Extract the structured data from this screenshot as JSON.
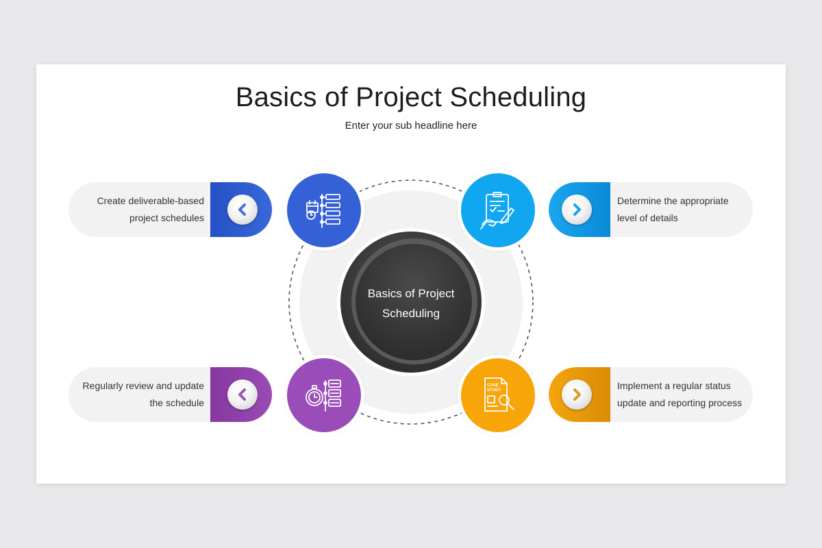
{
  "slide": {
    "title": "Basics of Project Scheduling",
    "subtitle": "Enter your sub headline here",
    "center_label": "Basics of Project Scheduling"
  },
  "items": [
    {
      "position": "top-left",
      "text_lines": [
        "Create deliverable-based",
        "project schedules"
      ],
      "color": "#2b56c9",
      "icon": "schedule-list-icon",
      "arrow": "chevron-left-icon"
    },
    {
      "position": "top-right",
      "text_lines": [
        "Determine the appropriate",
        "level of details"
      ],
      "color": "#0ea1ea",
      "icon": "document-edit-icon",
      "arrow": "chevron-right-icon"
    },
    {
      "position": "bottom-left",
      "text_lines": [
        "Regularly review and update",
        "the schedule"
      ],
      "color": "#8e3fa8",
      "icon": "timer-list-icon",
      "arrow": "chevron-left-icon"
    },
    {
      "position": "bottom-right",
      "text_lines": [
        "Implement a regular status",
        "update and reporting process"
      ],
      "color": "#f4a20a",
      "icon": "case-study-icon",
      "arrow": "chevron-right-icon"
    }
  ],
  "colors": {
    "background": "#e9e8ea",
    "pill": "#f2f2f3",
    "center": "#3c3c3c"
  }
}
